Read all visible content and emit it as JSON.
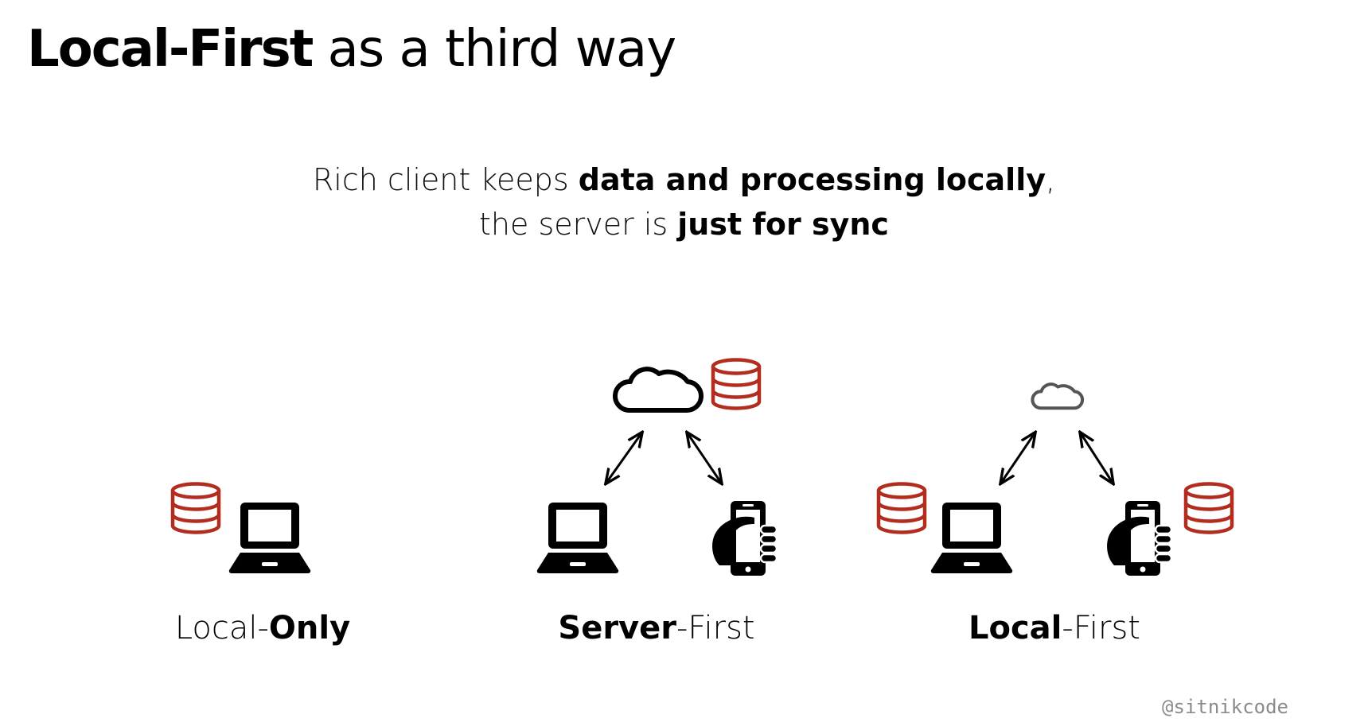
{
  "title": {
    "bold": "Local-First",
    "rest": " as a third way"
  },
  "subtitle": {
    "line1_pre": "Rich client keeps ",
    "line1_bold": "data and processing locally",
    "line1_post": ",",
    "line2_pre": "the server is ",
    "line2_bold": "just for sync"
  },
  "columns": [
    {
      "label_normal_pre": "Local-",
      "label_bold": "Only",
      "label_normal_post": ""
    },
    {
      "label_normal_pre": "",
      "label_bold": "Server",
      "label_normal_post": "-First"
    },
    {
      "label_normal_pre": "",
      "label_bold": "Local",
      "label_normal_post": "-First"
    }
  ],
  "credit": "@sitnikcode",
  "colors": {
    "database": "#b32d1e",
    "device": "#000000",
    "cloud_small": "#555555"
  },
  "icons": [
    "database-icon",
    "laptop-icon",
    "phone-in-hand-icon",
    "cloud-icon",
    "double-arrow-icon"
  ]
}
